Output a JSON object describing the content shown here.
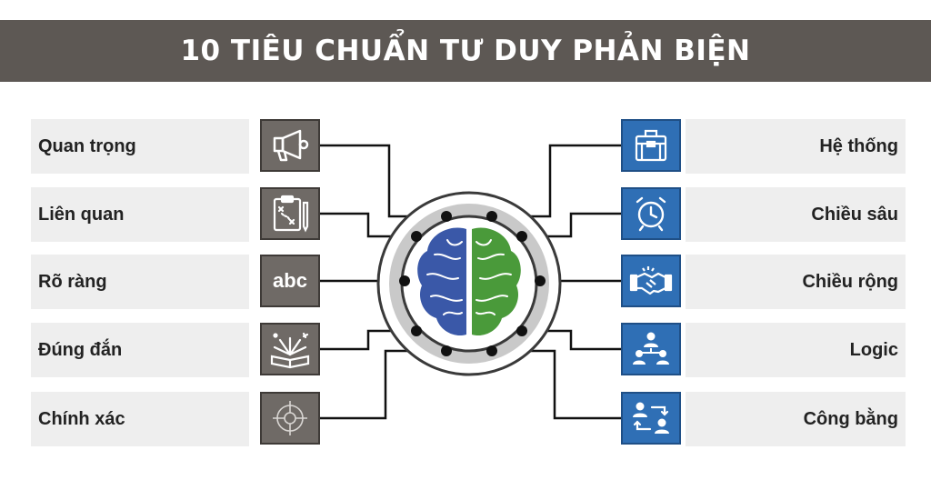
{
  "header": {
    "title": "10 TIÊU CHUẨN TƯ DUY PHẢN BIỆN"
  },
  "left_items": [
    {
      "label": "Quan trọng",
      "icon": "megaphone-icon"
    },
    {
      "label": "Liên quan",
      "icon": "clipboard-plan-icon"
    },
    {
      "label": "Rõ ràng",
      "icon": "abc-icon",
      "icon_text": "abc"
    },
    {
      "label": "Đúng đắn",
      "icon": "open-book-icon"
    },
    {
      "label": "Chính xác",
      "icon": "target-icon"
    }
  ],
  "right_items": [
    {
      "label": "Hệ thống",
      "icon": "briefcase-icon"
    },
    {
      "label": "Chiều sâu",
      "icon": "alarm-clock-icon"
    },
    {
      "label": "Chiều rộng",
      "icon": "handshake-icon"
    },
    {
      "label": "Logic",
      "icon": "hierarchy-icon"
    },
    {
      "label": "Công bằng",
      "icon": "exchange-people-icon"
    }
  ],
  "colors": {
    "banner": "#5d5854",
    "left_icon_bg": "#6f6a66",
    "right_icon_bg": "#2f6fb5",
    "brain_left": "#3a58a8",
    "brain_right": "#4a9a3a",
    "label_bg": "#eeeeee"
  }
}
